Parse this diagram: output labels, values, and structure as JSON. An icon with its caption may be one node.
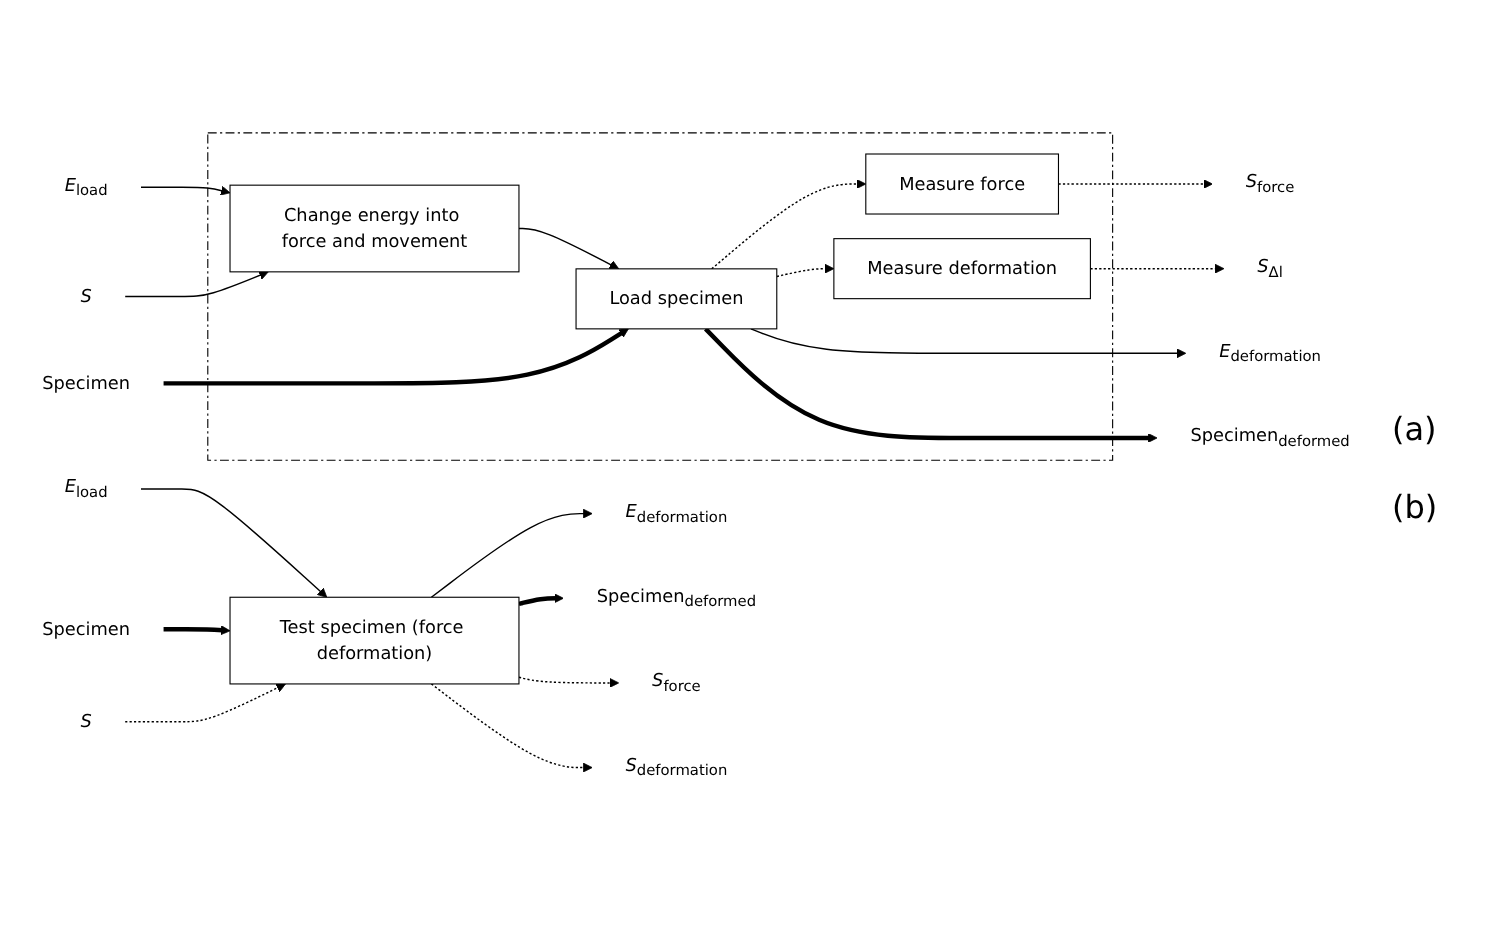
{
  "diagram": {
    "nodes": [
      {
        "text": [
          "Test specimen (force deformation)"
        ]
      },
      {
        "text": [
          "*E*$_{load}$"
        ]
      },
      {
        "text": [
          "Specimen"
        ]
      },
      {
        "text": [
          "*S*"
        ]
      },
      {
        "text": [
          "*E*$_{deformation}$"
        ]
      },
      {
        "text": [
          "Specimen$_{deformed}$"
        ]
      },
      {
        "text": [
          "*S*$_{force}$"
        ]
      },
      {
        "text": [
          "*S*$_{deformation}$"
        ]
      },
      {
        "text": [],
        "shape": "box"
      },
      {
        "text": [
          "*E*$_{load}$"
        ]
      },
      {
        "text": [
          "*S*"
        ]
      },
      {
        "text": [
          "Change energy into force and movement"
        ],
        "in": 8
      },
      {
        "text": [
          "Measure force"
        ],
        "in": 8
      },
      {
        "text": [
          "Measure deformation"
        ],
        "in": 8
      },
      {
        "text": [
          "Load specimen"
        ],
        "in": 8
      },
      {
        "text": [
          "*S*$_{force}$"
        ]
      },
      {
        "text": [
          "*S*$_{Δl}$"
        ]
      },
      {
        "text": [
          "Specimen"
        ]
      },
      {
        "text": [
          "*E*$_{deformation}$"
        ]
      },
      {
        "text": [
          "Specimen$_{deformed}$"
        ]
      }
    ],
    "edges": [
      {
        "from": 1,
        "to": 0,
        "arrow": "to"
      },
      {
        "from": 2,
        "to": 0,
        "arrow": "to",
        "style": "thick"
      },
      {
        "from": 3,
        "to": 0,
        "arrow": "to",
        "style": "dashed"
      },
      {
        "from": 0,
        "to": 4,
        "arrow": "to"
      },
      {
        "from": 0,
        "to": 5,
        "arrow": "to",
        "style": "thick"
      },
      {
        "from": 0,
        "to": 6,
        "arrow": "to",
        "style": "dashed"
      },
      {
        "from": 0,
        "to": 7,
        "arrow": "to",
        "style": "dashed"
      },
      {
        "from": 9,
        "to": 11,
        "arrow": "to"
      },
      {
        "from": 10,
        "to": 11,
        "arrow": "to"
      },
      {
        "from": 11,
        "to": 14,
        "arrow": "to"
      },
      {
        "from": 14,
        "to": 12,
        "arrow": "to",
        "style": "dashed"
      },
      {
        "from": 14,
        "to": 13,
        "arrow": "to",
        "style": "dashed"
      },
      {
        "from": 12,
        "to": 15,
        "arrow": "to",
        "style": "dashed"
      },
      {
        "from": 13,
        "to": 16,
        "arrow": "to",
        "style": "dashed"
      },
      {
        "from": 17,
        "to": 14,
        "arrow": "to",
        "style": "thick"
      },
      {
        "from": 14,
        "to": 18,
        "arrow": "to"
      },
      {
        "from": 14,
        "to": 19,
        "arrow": "to",
        "style": "thick"
      }
    ],
    "labels": [
      "(a)",
      "(b)"
    ]
  }
}
